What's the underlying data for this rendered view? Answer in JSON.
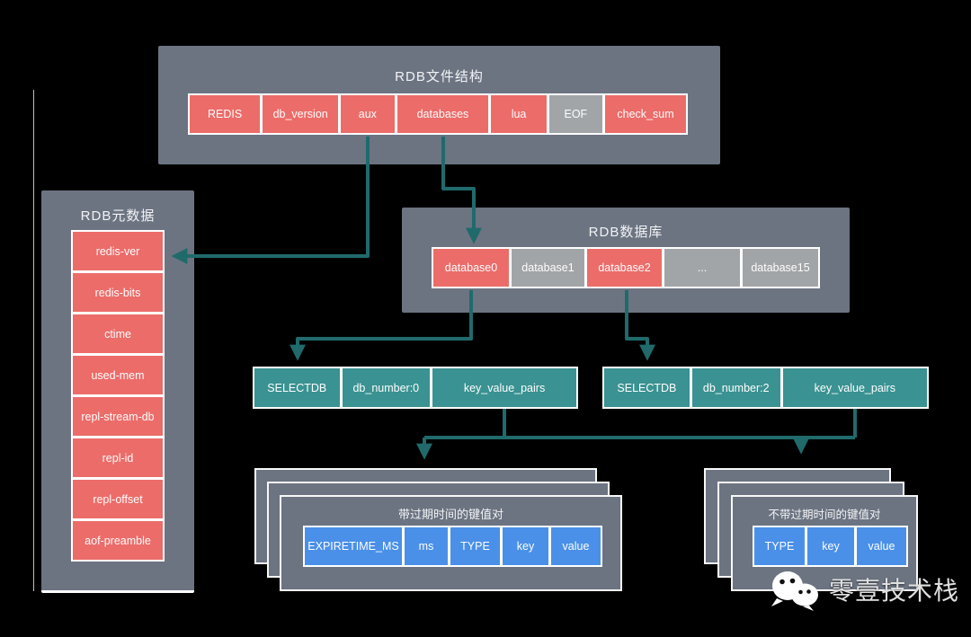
{
  "colors": {
    "background": "#000000",
    "panel": "#6c7482",
    "cell_red": "#ec6c69",
    "cell_gray": "#a2a5a8",
    "cell_teal": "#3a9292",
    "cell_blue": "#4a90e8",
    "arrow": "#206a6c",
    "border": "#ffffff",
    "text": "#f2f3f5"
  },
  "rdb_file": {
    "title": "RDB文件结构",
    "cells": [
      {
        "label": "REDIS",
        "variant": "red"
      },
      {
        "label": "db_version",
        "variant": "red"
      },
      {
        "label": "aux",
        "variant": "red"
      },
      {
        "label": "databases",
        "variant": "red"
      },
      {
        "label": "lua",
        "variant": "red"
      },
      {
        "label": "EOF",
        "variant": "gray"
      },
      {
        "label": "check_sum",
        "variant": "red"
      }
    ]
  },
  "rdb_meta": {
    "title": "RDB元数据",
    "cells": [
      {
        "label": "redis-ver"
      },
      {
        "label": "redis-bits"
      },
      {
        "label": "ctime"
      },
      {
        "label": "used-mem"
      },
      {
        "label": "repl-stream-db"
      },
      {
        "label": "repl-id"
      },
      {
        "label": "repl-offset"
      },
      {
        "label": "aof-preamble"
      }
    ]
  },
  "rdb_databases": {
    "title": "RDB数据库",
    "cells": [
      {
        "label": "database0",
        "variant": "red"
      },
      {
        "label": "database1",
        "variant": "gray"
      },
      {
        "label": "database2",
        "variant": "red"
      },
      {
        "label": "...",
        "variant": "gray"
      },
      {
        "label": "database15",
        "variant": "gray"
      }
    ]
  },
  "selectdb_rows": [
    {
      "cells": [
        {
          "label": "SELECTDB"
        },
        {
          "label": "db_number:0"
        },
        {
          "label": "key_value_pairs"
        }
      ]
    },
    {
      "cells": [
        {
          "label": "SELECTDB"
        },
        {
          "label": "db_number:2"
        },
        {
          "label": "key_value_pairs"
        }
      ]
    }
  ],
  "kv_with_expiry": {
    "title": "带过期时间的键值对",
    "cells": [
      {
        "label": "EXPIRETIME_MS"
      },
      {
        "label": "ms"
      },
      {
        "label": "TYPE"
      },
      {
        "label": "key"
      },
      {
        "label": "value"
      }
    ]
  },
  "kv_without_expiry": {
    "title": "不带过期时间的键值对",
    "cells": [
      {
        "label": "TYPE"
      },
      {
        "label": "key"
      },
      {
        "label": "value"
      }
    ]
  },
  "watermark": {
    "text": "零壹技术栈",
    "icon": "wechat-icon"
  }
}
